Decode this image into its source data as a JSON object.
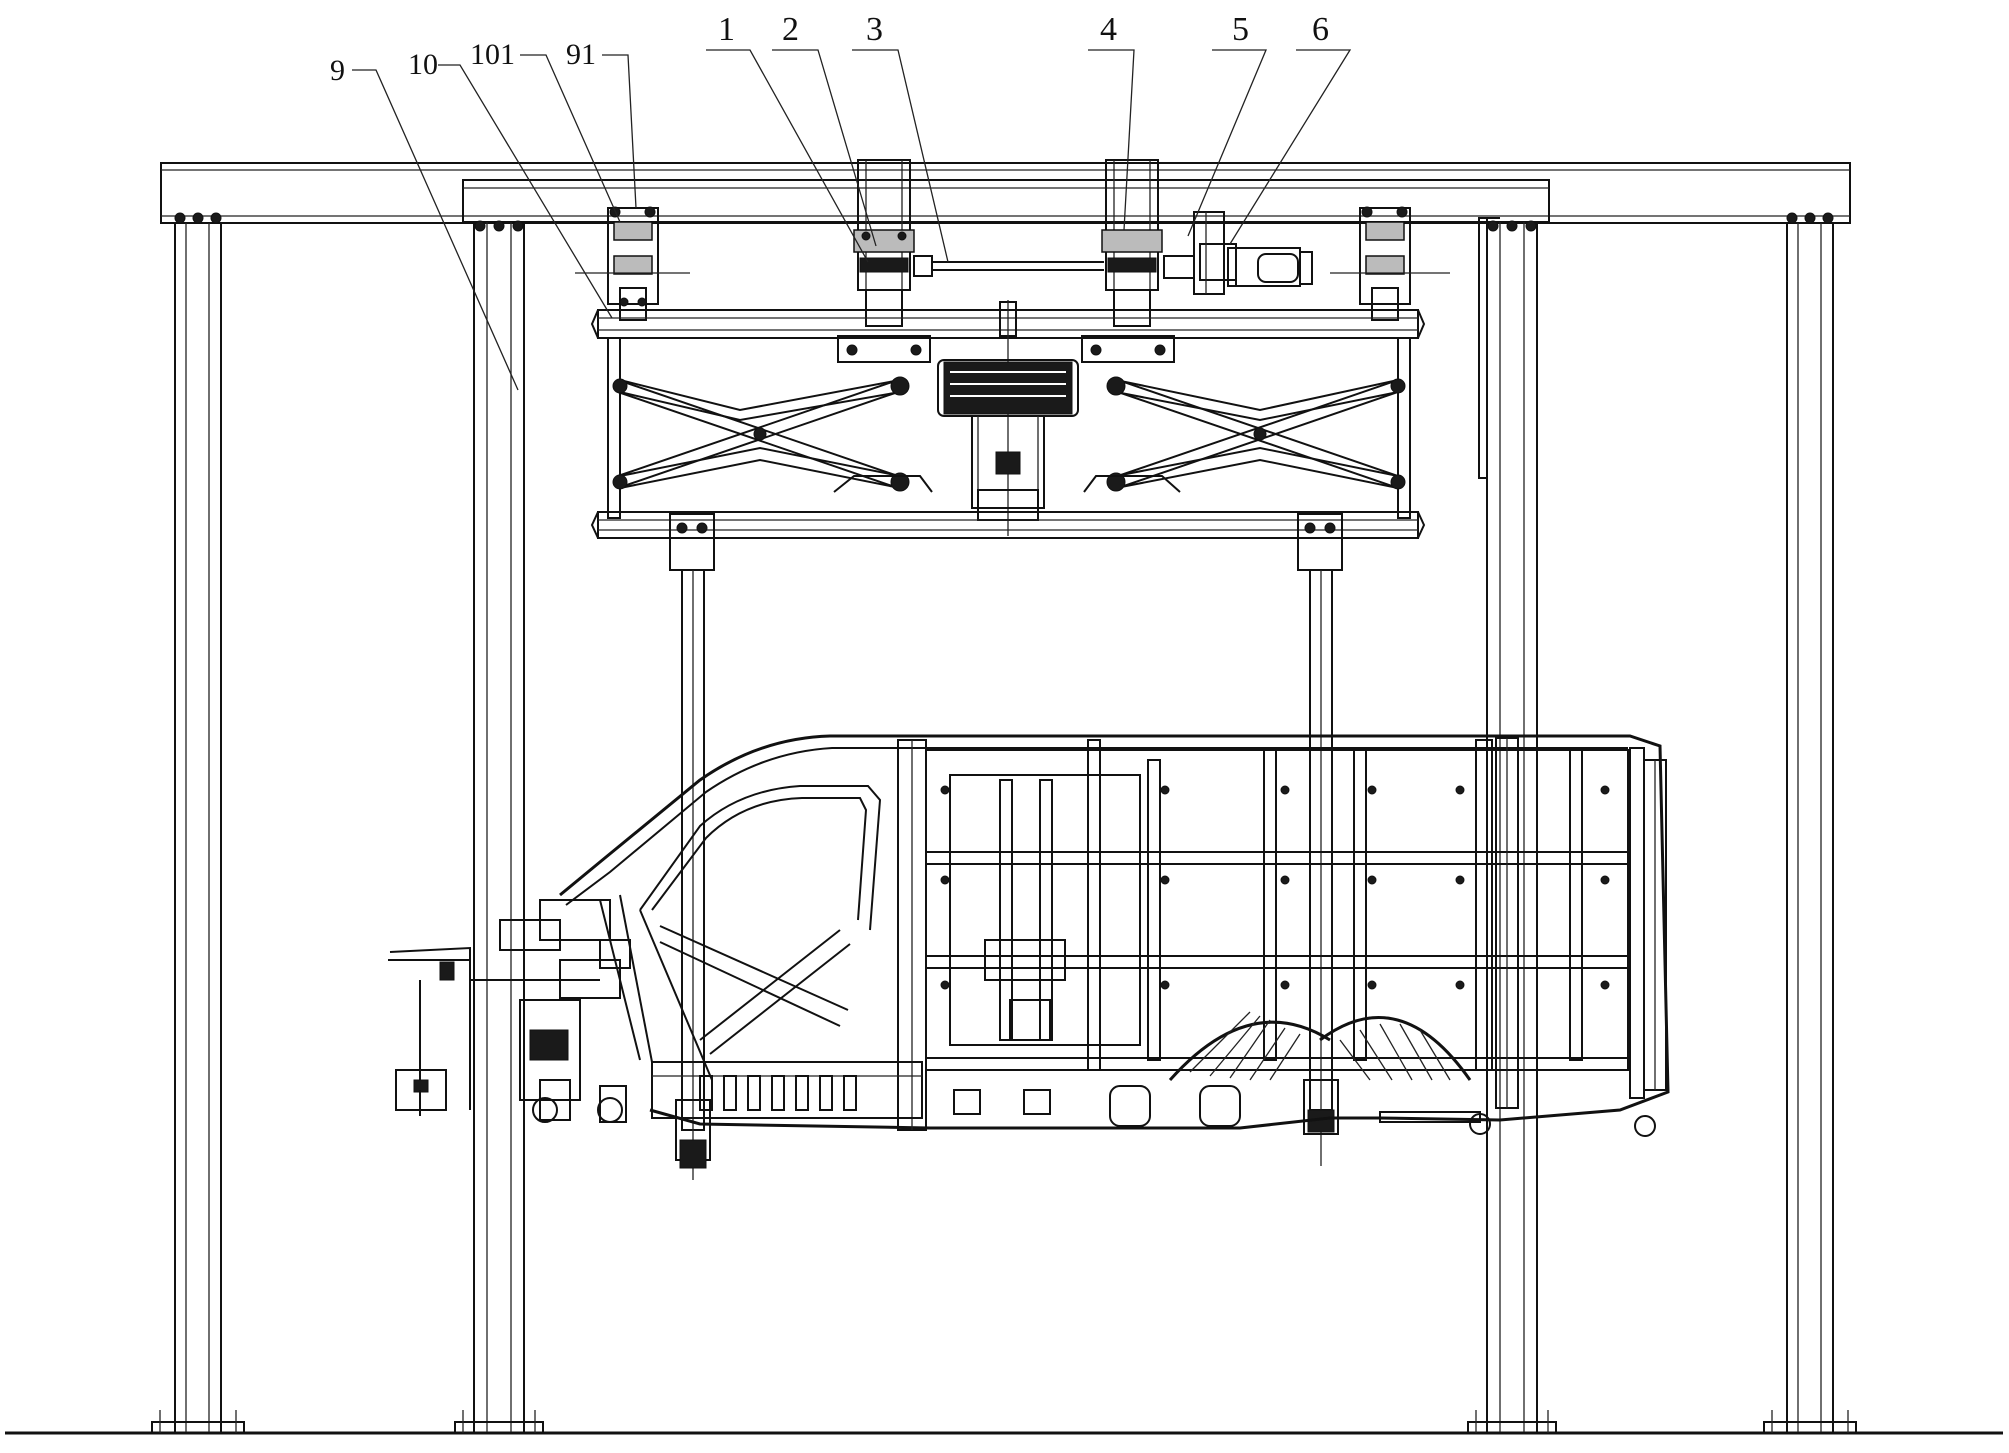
{
  "figure": {
    "labels": [
      {
        "id": "label-1",
        "text": "1"
      },
      {
        "id": "label-2",
        "text": "2"
      },
      {
        "id": "label-3",
        "text": "3"
      },
      {
        "id": "label-4",
        "text": "4"
      },
      {
        "id": "label-5",
        "text": "5"
      },
      {
        "id": "label-6",
        "text": "6"
      },
      {
        "id": "label-9",
        "text": "9"
      },
      {
        "id": "label-10",
        "text": "10"
      },
      {
        "id": "label-101",
        "text": "101"
      },
      {
        "id": "label-91",
        "text": "91"
      }
    ]
  }
}
